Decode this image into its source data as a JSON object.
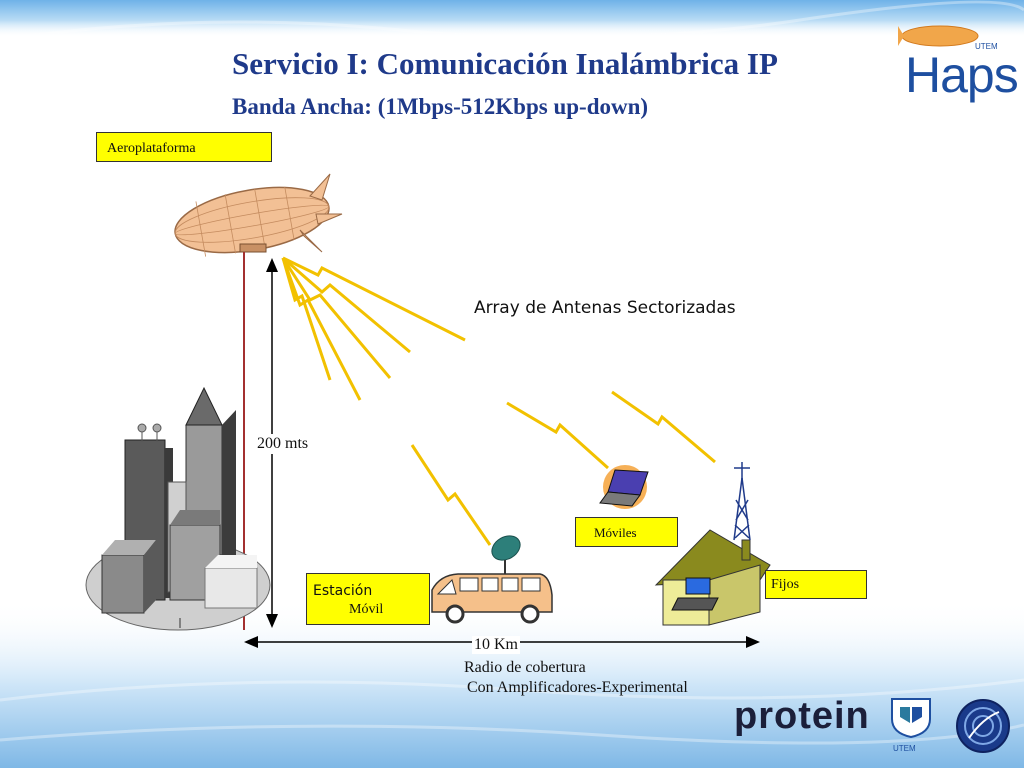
{
  "slide": {
    "title": "Servicio I: Comunicación Inalámbrica IP",
    "subtitle": "Banda Ancha: (1Mbps-512Kbps up-down)"
  },
  "labels": {
    "aeroplataforma": "Aeroplataforma",
    "array_antenas": "Array de Antenas Sectorizadas",
    "altura": "200 mts",
    "estacion_line1": "Estación",
    "estacion_line2": "Móvil",
    "moviles": "Móviles",
    "fijos": "Fijos",
    "distancia": "10 Km",
    "radio": "Radio de cobertura",
    "amplificadores": "Con Amplificadores-Experimental"
  },
  "logos": {
    "haps": "Haps",
    "utem": "UTEM",
    "protein": "protein",
    "utem_bottom": "UTEM"
  },
  "colors": {
    "title": "#1f3a8a",
    "label_box": "#ffff00",
    "signal": "#f2c100",
    "tether": "#a33030"
  }
}
